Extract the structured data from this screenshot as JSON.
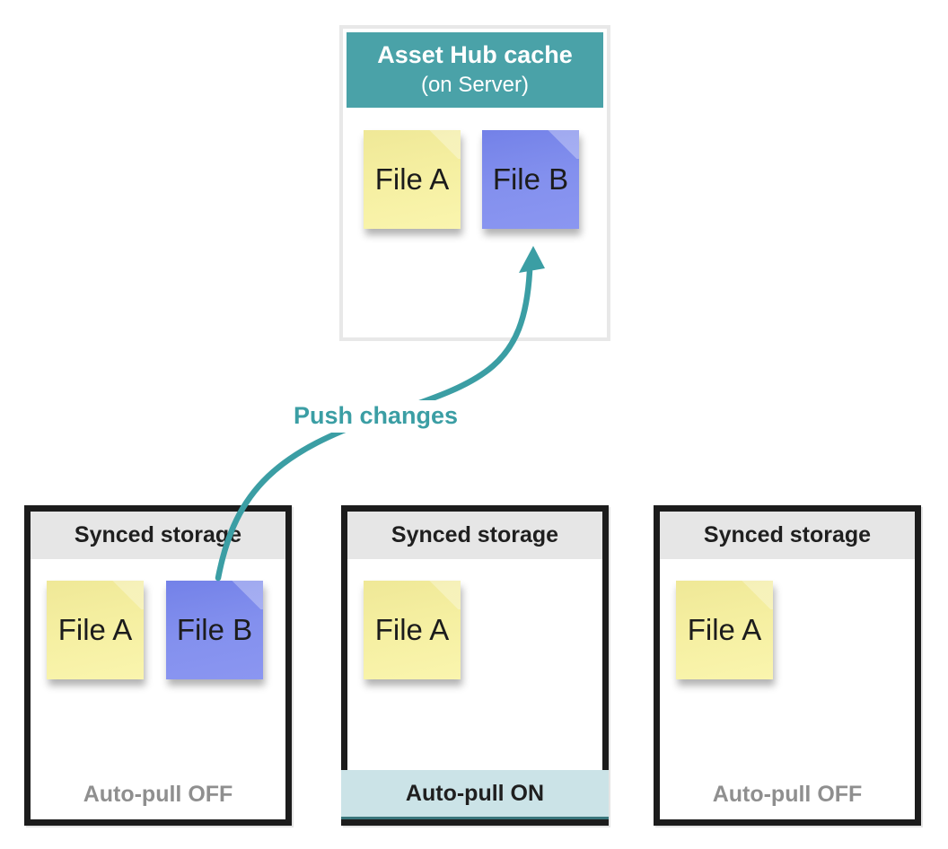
{
  "hub": {
    "title": "Asset Hub cache",
    "subtitle": "(on Server)",
    "files": [
      {
        "label": "File A",
        "color": "yellow"
      },
      {
        "label": "File B",
        "color": "blue"
      }
    ]
  },
  "arrow": {
    "label": "Push changes"
  },
  "storages": [
    {
      "title": "Synced storage",
      "files": [
        {
          "label": "File A",
          "color": "yellow"
        },
        {
          "label": "File B",
          "color": "blue"
        }
      ],
      "footer": "Auto-pull OFF",
      "footer_state": "off"
    },
    {
      "title": "Synced storage",
      "files": [
        {
          "label": "File A",
          "color": "yellow"
        }
      ],
      "footer": "Auto-pull ON",
      "footer_state": "on"
    },
    {
      "title": "Synced storage",
      "files": [
        {
          "label": "File A",
          "color": "yellow"
        }
      ],
      "footer": "Auto-pull OFF",
      "footer_state": "off"
    }
  ],
  "colors": {
    "hub_header_teal": "#4AA2A8",
    "arrow_teal": "#3B9EA4",
    "sticky_yellow": "#F5EFA1",
    "sticky_blue": "#8390EE",
    "storage_header_gray": "#E6E6E6",
    "off_text_gray": "#8F8F8F",
    "on_strip_teal": "#CBE3E7",
    "storage_border_black": "#1C1C1C",
    "hub_border_gray": "#E8E8E8"
  }
}
